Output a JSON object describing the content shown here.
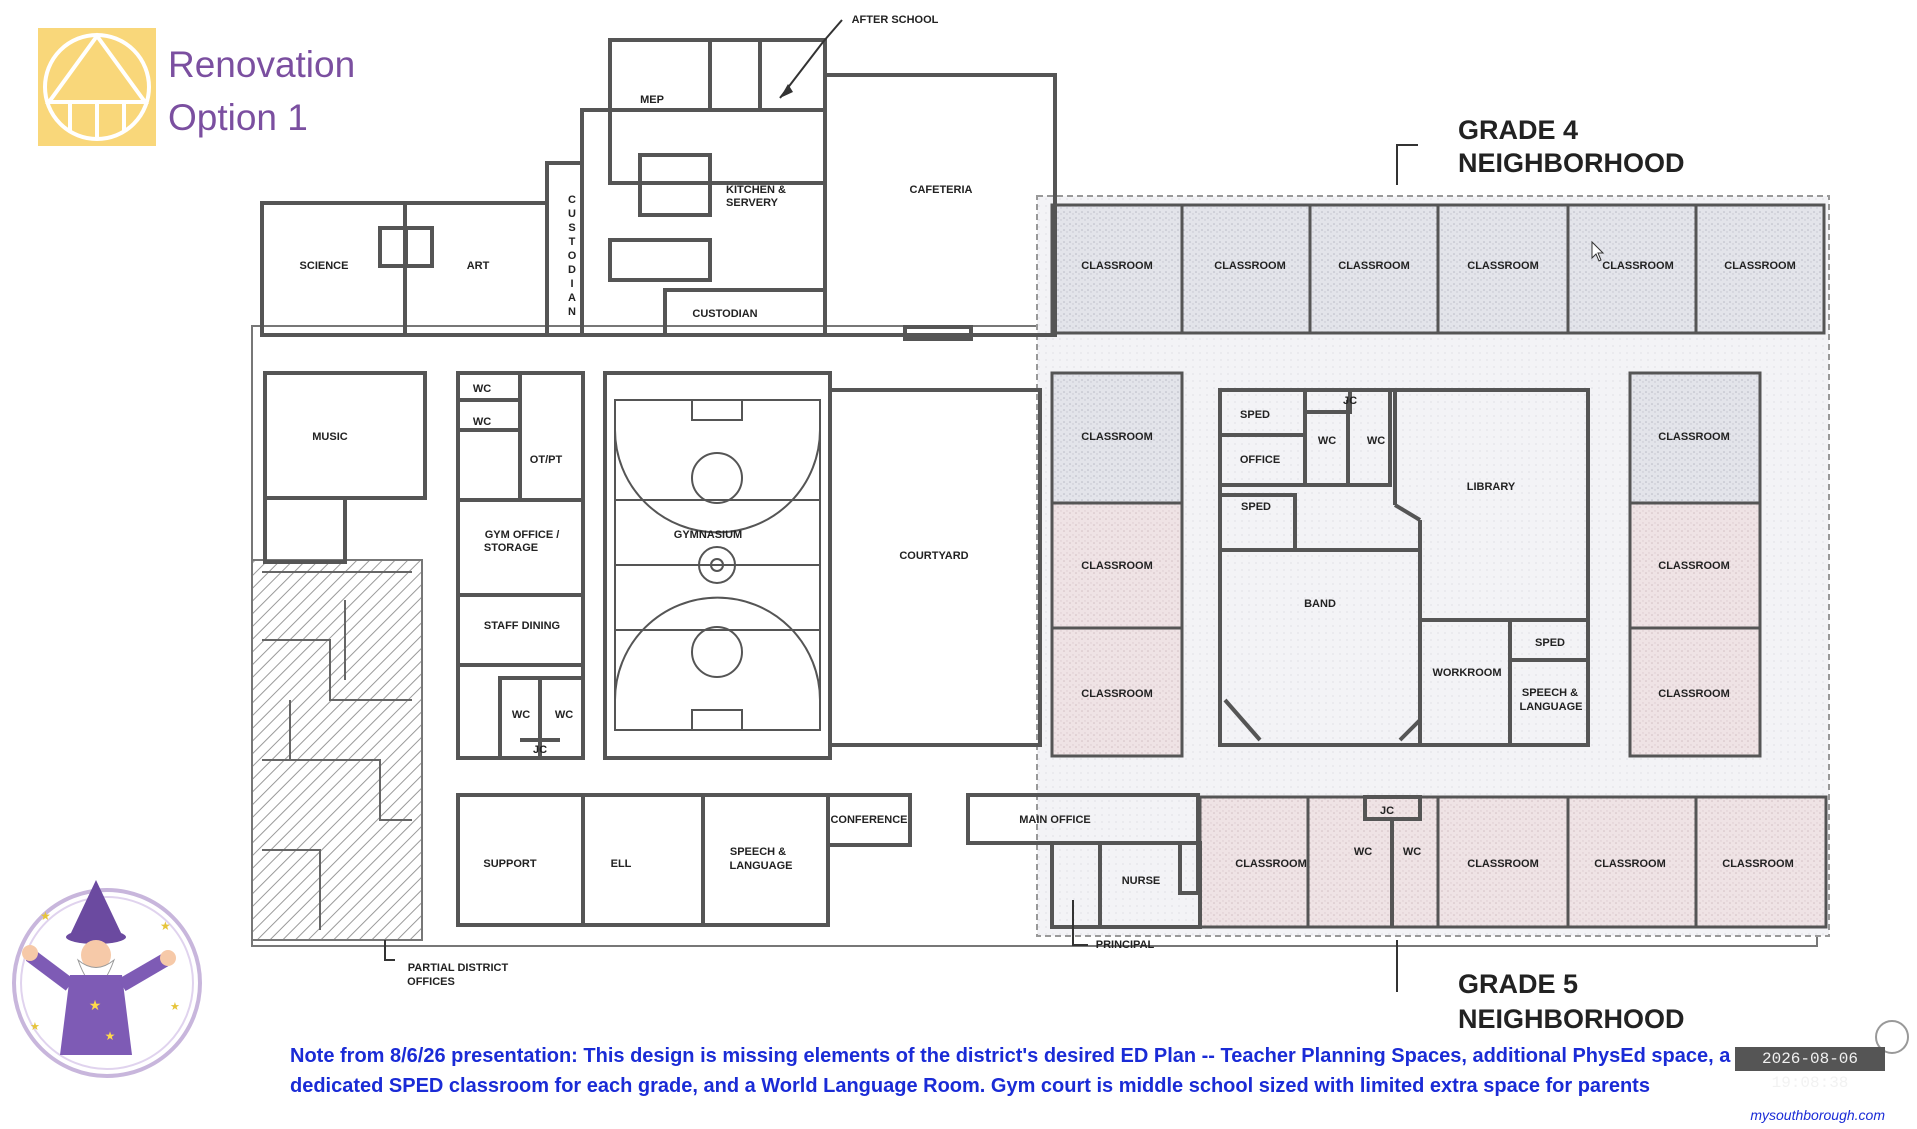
{
  "title": {
    "line1": "Renovation",
    "line2": "Option 1"
  },
  "regions": {
    "grade4": {
      "line1": "GRADE 4",
      "line2": "NEIGHBORHOOD"
    },
    "grade5": {
      "line1": "GRADE 5",
      "line2": "NEIGHBORHOOD"
    }
  },
  "rooms": {
    "after_school": "AFTER SCHOOL",
    "mep": "MEP",
    "kitchen_line1": "KITCHEN &",
    "kitchen_line2": "SERVERY",
    "cafeteria": "CAFETERIA",
    "science": "SCIENCE",
    "art": "ART",
    "custodian_vertical": [
      "C",
      "U",
      "S",
      "T",
      "O",
      "D",
      "I",
      "A",
      "N"
    ],
    "custodian": "CUSTODIAN",
    "classroom": "CLASSROOM",
    "music": "MUSIC",
    "wc": "WC",
    "jc": "JC",
    "ot_pt": "OT/PT",
    "gym_office_line1": "GYM OFFICE /",
    "gym_office_line2": "STORAGE",
    "staff_dining": "STAFF DINING",
    "gymnasium": "GYMNASIUM",
    "courtyard": "COURTYARD",
    "sped": "SPED",
    "office": "OFFICE",
    "library": "LIBRARY",
    "band": "BAND",
    "workroom": "WORKROOM",
    "speech_line1": "SPEECH &",
    "speech_line2": "LANGUAGE",
    "support": "SUPPORT",
    "ell": "ELL",
    "conference": "CONFERENCE",
    "main_office": "MAIN OFFICE",
    "nurse": "NURSE",
    "principal": "PRINCIPAL",
    "district_line1": "PARTIAL DISTRICT",
    "district_line2": "OFFICES"
  },
  "note": "Note from 8/6/26 presentation: This design is missing elements of the district's desired ED Plan -- Teacher Planning Spaces, additional PhysEd space, a dedicated SPED classroom for each grade, and a World Language Room. Gym court is middle school sized with limited extra space for parents",
  "timestamp": "2026-08-06 19:08:38",
  "website": "mysouthborough.com",
  "colors": {
    "title": "#7b4fa0",
    "note": "#1a2bd6",
    "logo": "#f9d77a",
    "grade4_fill": "#dedfe6",
    "grade5_fill": "#ecdfe1"
  },
  "icons": [
    "logo-icon",
    "wizard-icon",
    "watermark-icon",
    "cursor-icon"
  ]
}
